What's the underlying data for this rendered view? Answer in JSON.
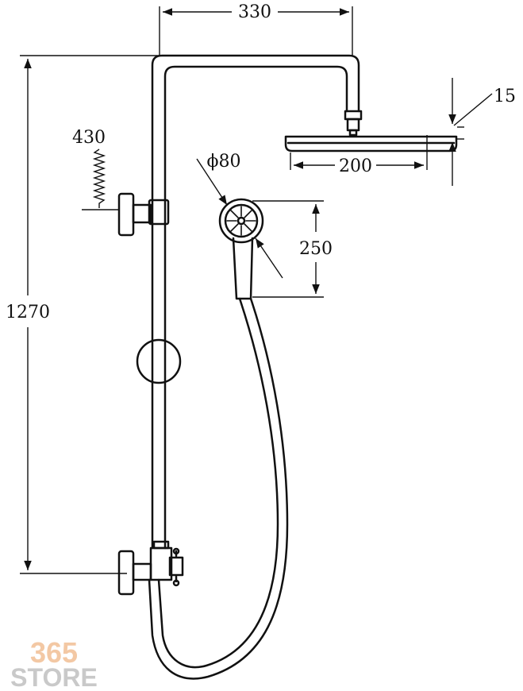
{
  "dimensions": {
    "width_top": "330",
    "height_total": "1270",
    "slide_travel": "430",
    "head_thickness": "15",
    "head_width": "200",
    "hand_diameter": "ϕ80",
    "hand_length": "250"
  },
  "watermark": {
    "number": "365",
    "word": "STORE"
  },
  "colors": {
    "line": "#111111",
    "logo_number": "#f3c8a4",
    "logo_word": "#c9c9c9"
  }
}
